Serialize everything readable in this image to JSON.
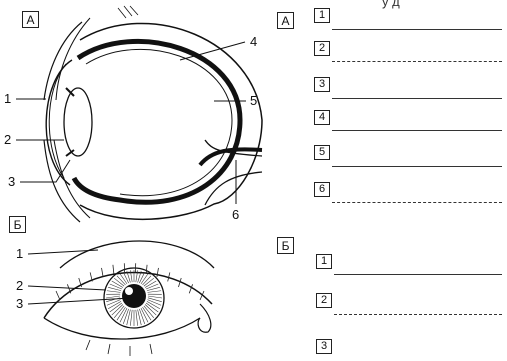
{
  "header_fragment": "у д",
  "figure_a": {
    "label": "А",
    "callouts": [
      "1",
      "2",
      "3",
      "4",
      "5",
      "6"
    ]
  },
  "figure_b": {
    "label": "Б",
    "callouts": [
      "1",
      "2",
      "3"
    ]
  },
  "answers_a": {
    "label": "А",
    "items": [
      {
        "num": "1",
        "line": "solid"
      },
      {
        "num": "2",
        "line": "dashed"
      },
      {
        "num": "3",
        "line": "solid"
      },
      {
        "num": "4",
        "line": "solid"
      },
      {
        "num": "5",
        "line": "solid"
      },
      {
        "num": "6",
        "line": "dashed"
      }
    ]
  },
  "answers_b": {
    "label": "Б",
    "items": [
      {
        "num": "1",
        "line": "solid"
      },
      {
        "num": "2",
        "line": "dashed"
      },
      {
        "num": "3",
        "line": "none"
      }
    ]
  }
}
